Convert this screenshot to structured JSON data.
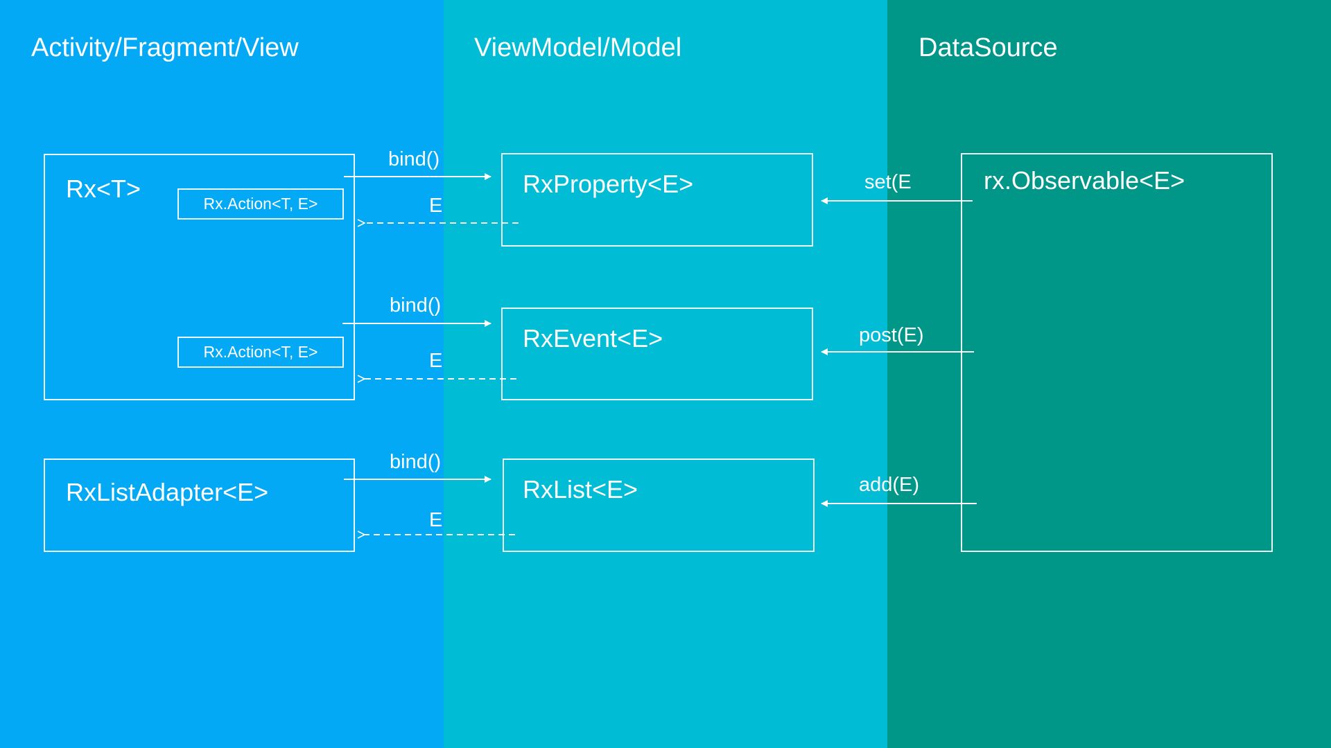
{
  "colors": {
    "view_lane": "#03a9f4",
    "viewmodel_lane": "#00bcd4",
    "datasource_lane": "#009688",
    "line": "#ffffff"
  },
  "lanes": {
    "view": {
      "title": "Activity/Fragment/View"
    },
    "viewmodel": {
      "title": "ViewModel/Model"
    },
    "datasource": {
      "title": "DataSource"
    }
  },
  "boxes": {
    "rx": {
      "label": "Rx<T>",
      "action_1": "Rx.Action<T, E>",
      "action_2": "Rx.Action<T, E>"
    },
    "rx_list_adapter": {
      "label": "RxListAdapter<E>"
    },
    "rx_property": {
      "label": "RxProperty<E>"
    },
    "rx_event": {
      "label": "RxEvent<E>"
    },
    "rx_list": {
      "label": "RxList<E>"
    },
    "observable": {
      "label": "rx.Observable<E>"
    }
  },
  "flows": {
    "property_bind": "bind()",
    "property_return": "E",
    "event_bind": "bind()",
    "event_return": "E",
    "list_bind": "bind()",
    "list_return": "E",
    "set": "set(E",
    "post": "post(E)",
    "add": "add(E)"
  }
}
